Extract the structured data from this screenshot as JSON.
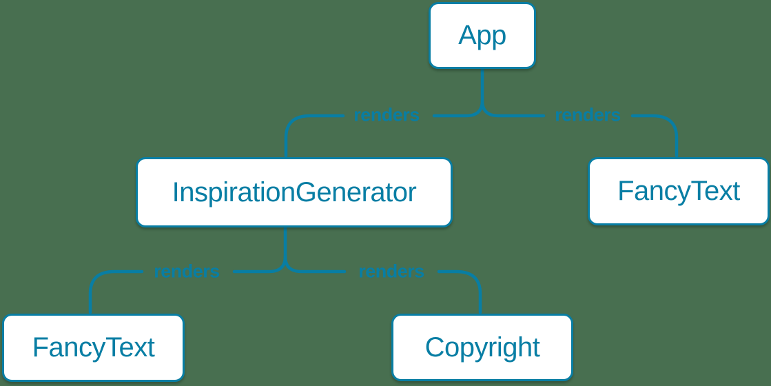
{
  "diagram": {
    "type": "render-tree",
    "nodes": [
      {
        "id": "app",
        "label": "App"
      },
      {
        "id": "inspiration-generator",
        "label": "InspirationGenerator"
      },
      {
        "id": "fancy-text-right",
        "label": "FancyText"
      },
      {
        "id": "fancy-text-left",
        "label": "FancyText"
      },
      {
        "id": "copyright",
        "label": "Copyright"
      }
    ],
    "edges": [
      {
        "from": "App",
        "to": "InspirationGenerator",
        "label": "renders"
      },
      {
        "from": "App",
        "to": "FancyText",
        "label": "renders"
      },
      {
        "from": "InspirationGenerator",
        "to": "FancyText",
        "label": "renders"
      },
      {
        "from": "InspirationGenerator",
        "to": "Copyright",
        "label": "renders"
      }
    ],
    "colors": {
      "background": "#486f50",
      "stroke": "#087ea4",
      "node_fill": "#ffffff",
      "node_border": "#087ea4",
      "node_text": "#087ea4",
      "edge_label_text": "#087ea4"
    }
  }
}
